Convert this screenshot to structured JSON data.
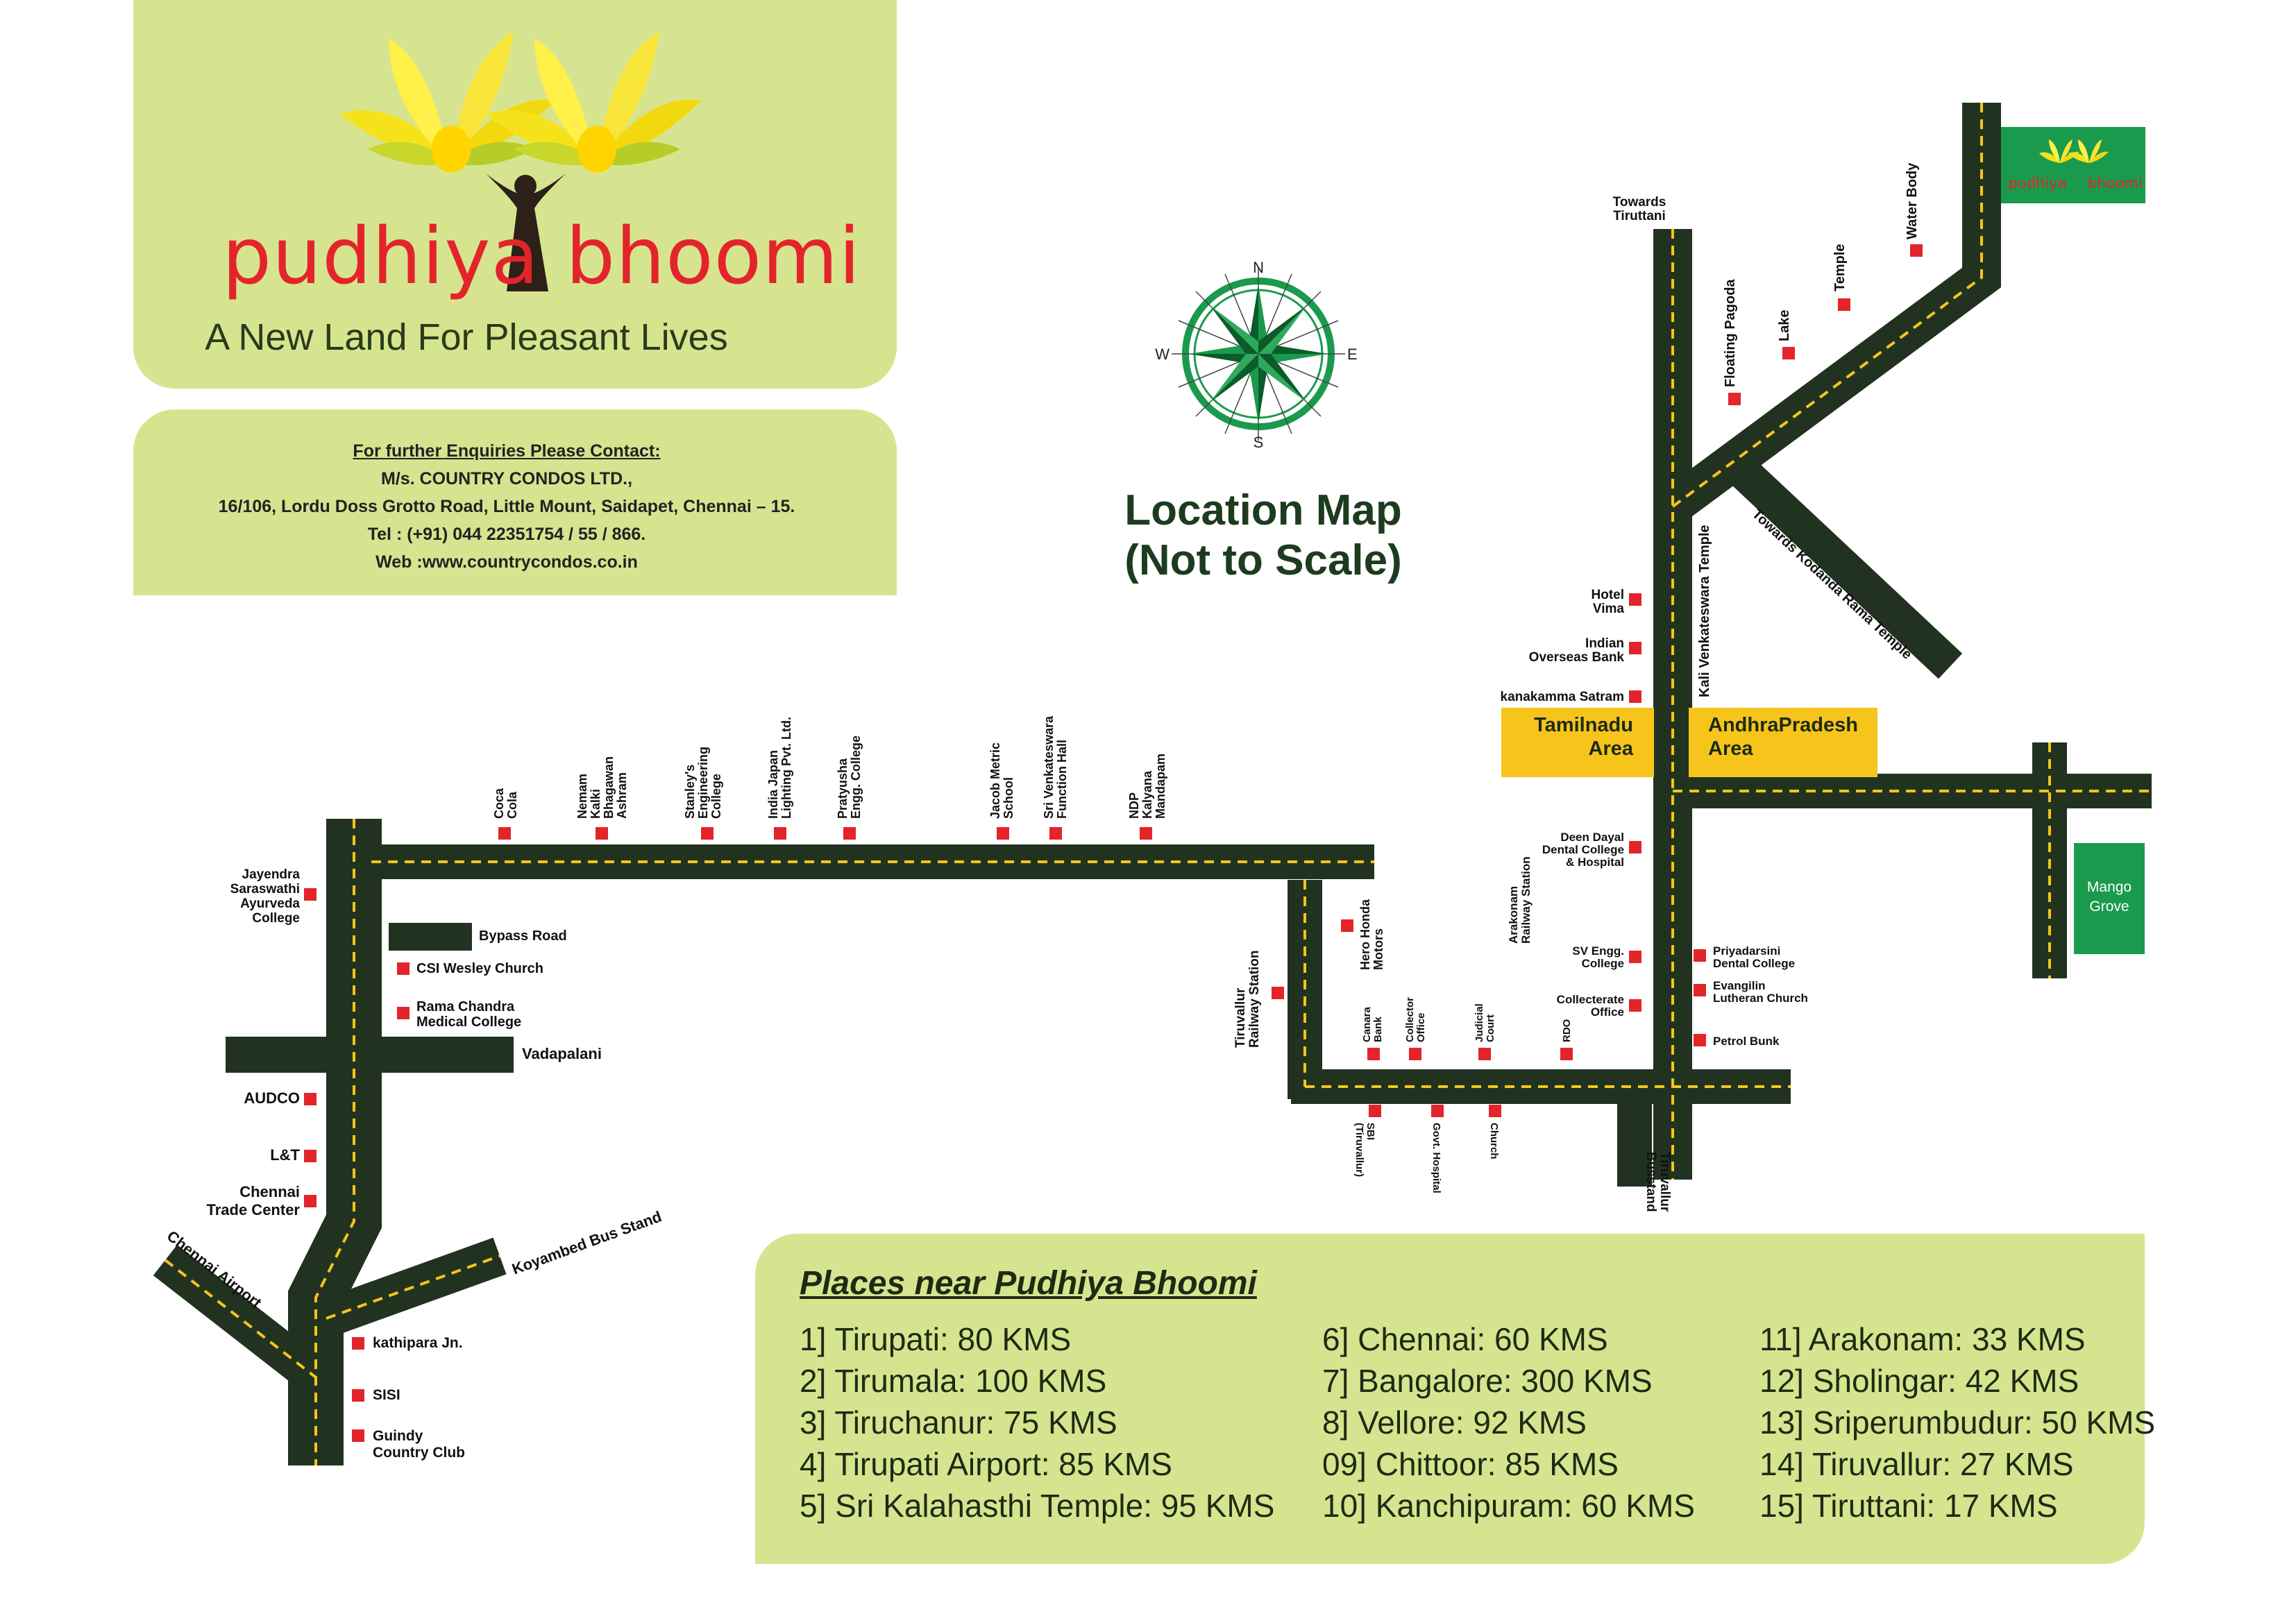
{
  "brand": {
    "name_left": "pudhiya",
    "name_right": "bhoomi",
    "tagline": "A New Land For Pleasant Lives",
    "colors": {
      "panel": "#d7e48f",
      "road": "#213320",
      "marker": "#e3242b",
      "accent_green": "#1a9a4c",
      "area_yellow": "#f7c41b"
    }
  },
  "contact": {
    "heading": "For further Enquiries Please Contact:",
    "company": "M/s. COUNTRY CONDOS LTD.,",
    "address": "16/106, Lordu Doss Grotto Road, Little Mount, Saidapet, Chennai – 15.",
    "tel": "Tel : (+91) 044 22351754 / 55 / 866.",
    "web": "Web :www.countrycondos.co.in"
  },
  "map": {
    "title_line1": "Location Map",
    "title_line2": "(Not to Scale)",
    "compass": {
      "n": "N",
      "s": "S",
      "e": "E",
      "w": "W"
    },
    "site_logo": {
      "left": "pudhiya",
      "right": "bhoomi"
    },
    "areas": {
      "tamilnadu_1": "Tamilnadu",
      "tamilnadu_2": "Area",
      "andhra_1": "AndhraPradesh",
      "andhra_2": "Area"
    },
    "mango_grove_1": "Mango",
    "mango_grove_2": "Grove",
    "labels": {
      "towards_tiruttani_1": "Towards",
      "towards_tiruttani_2": "Tiruttani",
      "water_body": "Water Body",
      "temple": "Temple",
      "lake": "Lake",
      "floating_pagoda": "Floating Pagoda",
      "towards_kodanda": "Towards Kodanda Rama Temple",
      "kali_temple": "Kali Venkateswara Temple",
      "hotel_1": "Hotel",
      "hotel_2": "Vima",
      "iob_1": "Indian",
      "iob_2": "Overseas Bank",
      "kanakamma": "kanakamma Satram",
      "deen_1": "Deen Dayal",
      "deen_2": "Dental College",
      "deen_3": "& Hospital",
      "arakonam_1": "Arakonam",
      "arakonam_2": "Railway Station",
      "sv_1": "SV Engg.",
      "sv_2": "College",
      "collecterate_1": "Collecterate",
      "collecterate_2": "Office",
      "priya_1": "Priyadarsini",
      "priya_2": "Dental College",
      "evang_1": "Evangilin",
      "evang_2": "Lutheran Church",
      "petrol": "Petrol Bunk",
      "coca_1": "Coca",
      "coca_2": "Cola",
      "nemam_1": "Nemam",
      "nemam_2": "Kalki",
      "nemam_3": "Bhagawan",
      "nemam_4": "Ashram",
      "stanley_1": "Stanley's",
      "stanley_2": "Engineering",
      "stanley_3": "College",
      "india_japan_1": "India Japan",
      "india_japan_2": "Lighting Pvt. Ltd.",
      "pratyusha_1": "Pratyusha",
      "pratyusha_2": "Engg. College",
      "jacob_1": "Jacob Metric",
      "jacob_2": "School",
      "sri_venk_1": "Sri Venkateswara",
      "sri_venk_2": "Function Hall",
      "ndp_1": "NDP",
      "ndp_2": "Kalyana",
      "ndp_3": "Mandapam",
      "hero_1": "Hero Honda",
      "hero_2": "Motors",
      "tiru_rs_1": "Tiruvallur",
      "tiru_rs_2": "Railway Station",
      "canara_1": "Canara",
      "canara_2": "Bank",
      "collector_1": "Collector",
      "collector_2": "Office",
      "judicial_1": "Judicial",
      "judicial_2": "Court",
      "rdo": "RDO",
      "sbi_1": "SBI",
      "sbi_2": "(Tiruvallur)",
      "govt_hosp": "Govt. Hospital",
      "church": "Church",
      "busstand_1": "Tiruvallur",
      "busstand_2": "Busstand",
      "jayendra_1": "Jayendra",
      "jayendra_2": "Saraswathi",
      "jayendra_3": "Ayurveda",
      "jayendra_4": "College",
      "bypass": "Bypass Road",
      "csi": "CSI Wesley Church",
      "rama_1": "Rama Chandra",
      "rama_2": "Medical College",
      "vadapalani": "Vadapalani",
      "audco": "AUDCO",
      "lt": "L&T",
      "ctc_1": "Chennai",
      "ctc_2": "Trade Center",
      "airport": "Chennai Airport",
      "koyambed": "Koyambed Bus Stand",
      "kathipara": "kathipara Jn.",
      "sisi": "SISI",
      "guindy_1": "Guindy",
      "guindy_2": "Country Club"
    }
  },
  "places": {
    "title": "Places near Pudhiya Bhoomi",
    "col1": [
      "1] Tirupati: 80 KMS",
      "2] Tirumala: 100 KMS",
      "3] Tiruchanur: 75 KMS",
      "4] Tirupati Airport: 85 KMS",
      "5] Sri Kalahasthi Temple: 95 KMS"
    ],
    "col2": [
      "6] Chennai: 60 KMS",
      "7] Bangalore: 300 KMS",
      "8] Vellore: 92 KMS",
      "09] Chittoor: 85 KMS",
      "10] Kanchipuram: 60 KMS"
    ],
    "col3": [
      "11] Arakonam: 33 KMS",
      "12] Sholingar: 42 KMS",
      "13] Sriperumbudur: 50 KMS",
      "14] Tiruvallur: 27 KMS",
      "15] Tiruttani: 17 KMS"
    ]
  }
}
